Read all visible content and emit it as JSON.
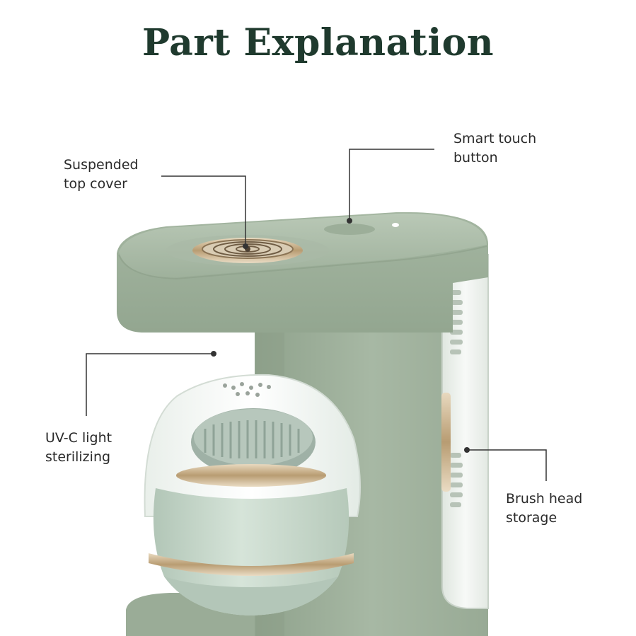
{
  "title": "Part Explanation",
  "callouts": {
    "top_cover": [
      "Suspended",
      "top cover"
    ],
    "touch_button": [
      "Smart touch",
      "button"
    ],
    "uvc": [
      "UV-C light",
      "sterilizing"
    ],
    "storage": [
      "Brush head",
      "storage"
    ]
  },
  "colors": {
    "title": "#1f3a2e",
    "body_green": "#a7b8a5",
    "body_shadow": "#8fa18d",
    "egg_green": "#c4d6c8",
    "gold": "#c9b28e",
    "leader": "#333333"
  }
}
